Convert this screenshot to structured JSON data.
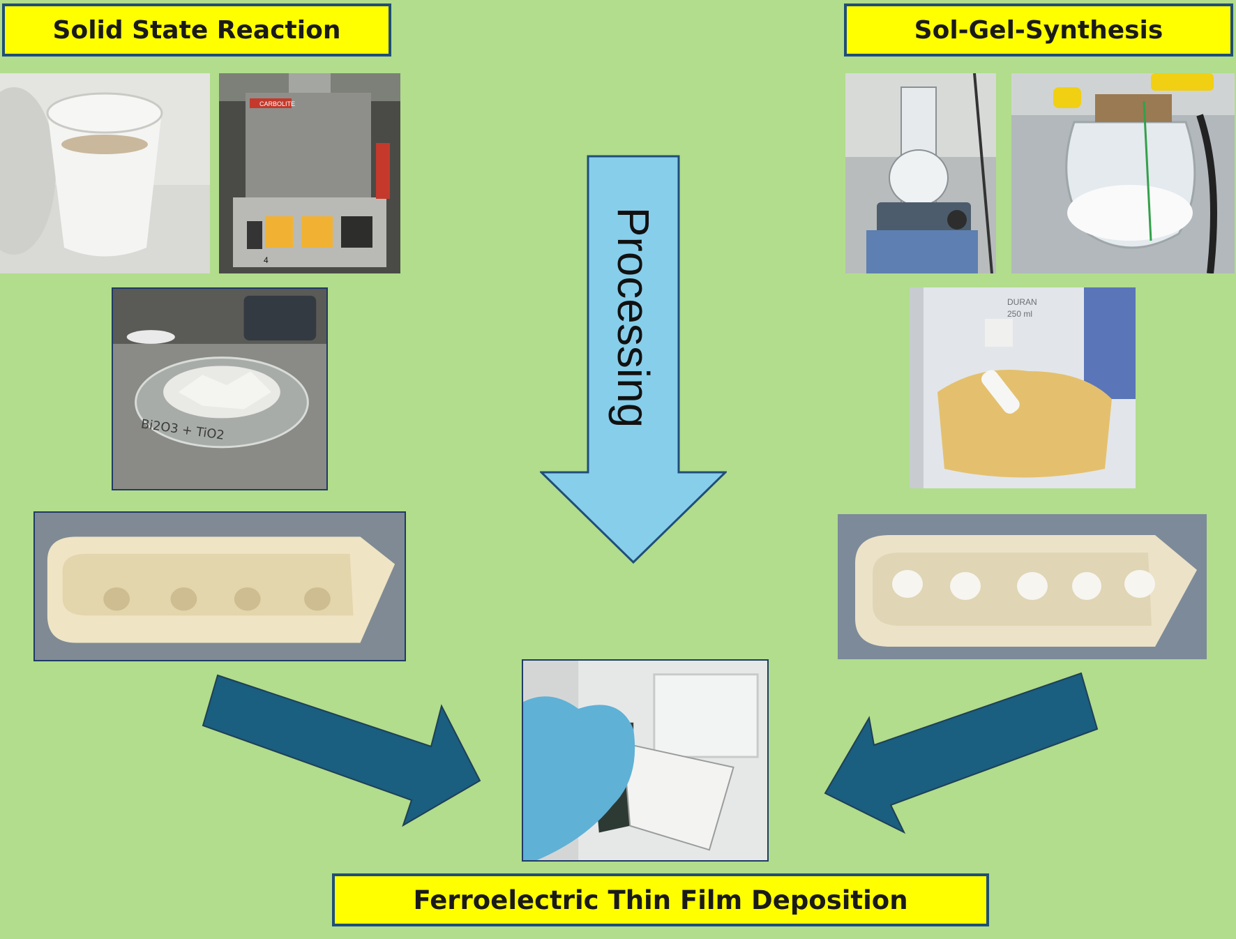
{
  "labels": {
    "solid_state": "Solid State Reaction",
    "sol_gel": "Sol-Gel-Synthesis",
    "processing": "Processing",
    "film_deposition": "Ferroelectric Thin Film Deposition"
  },
  "photo_text": {
    "furnace_brand": "CARBOLITE",
    "furnace_number": "4",
    "beaker_brand": "DURAN",
    "beaker_volume": "250 ml",
    "dish_writing": "Bi2O3 + TiO2"
  },
  "colors": {
    "background": "#b1dd8c",
    "label_fill": "#ffff00",
    "label_border": "#1f4e79",
    "processing_arrow": "#87ceeb",
    "diagonal_arrows": "#1a5e80"
  }
}
